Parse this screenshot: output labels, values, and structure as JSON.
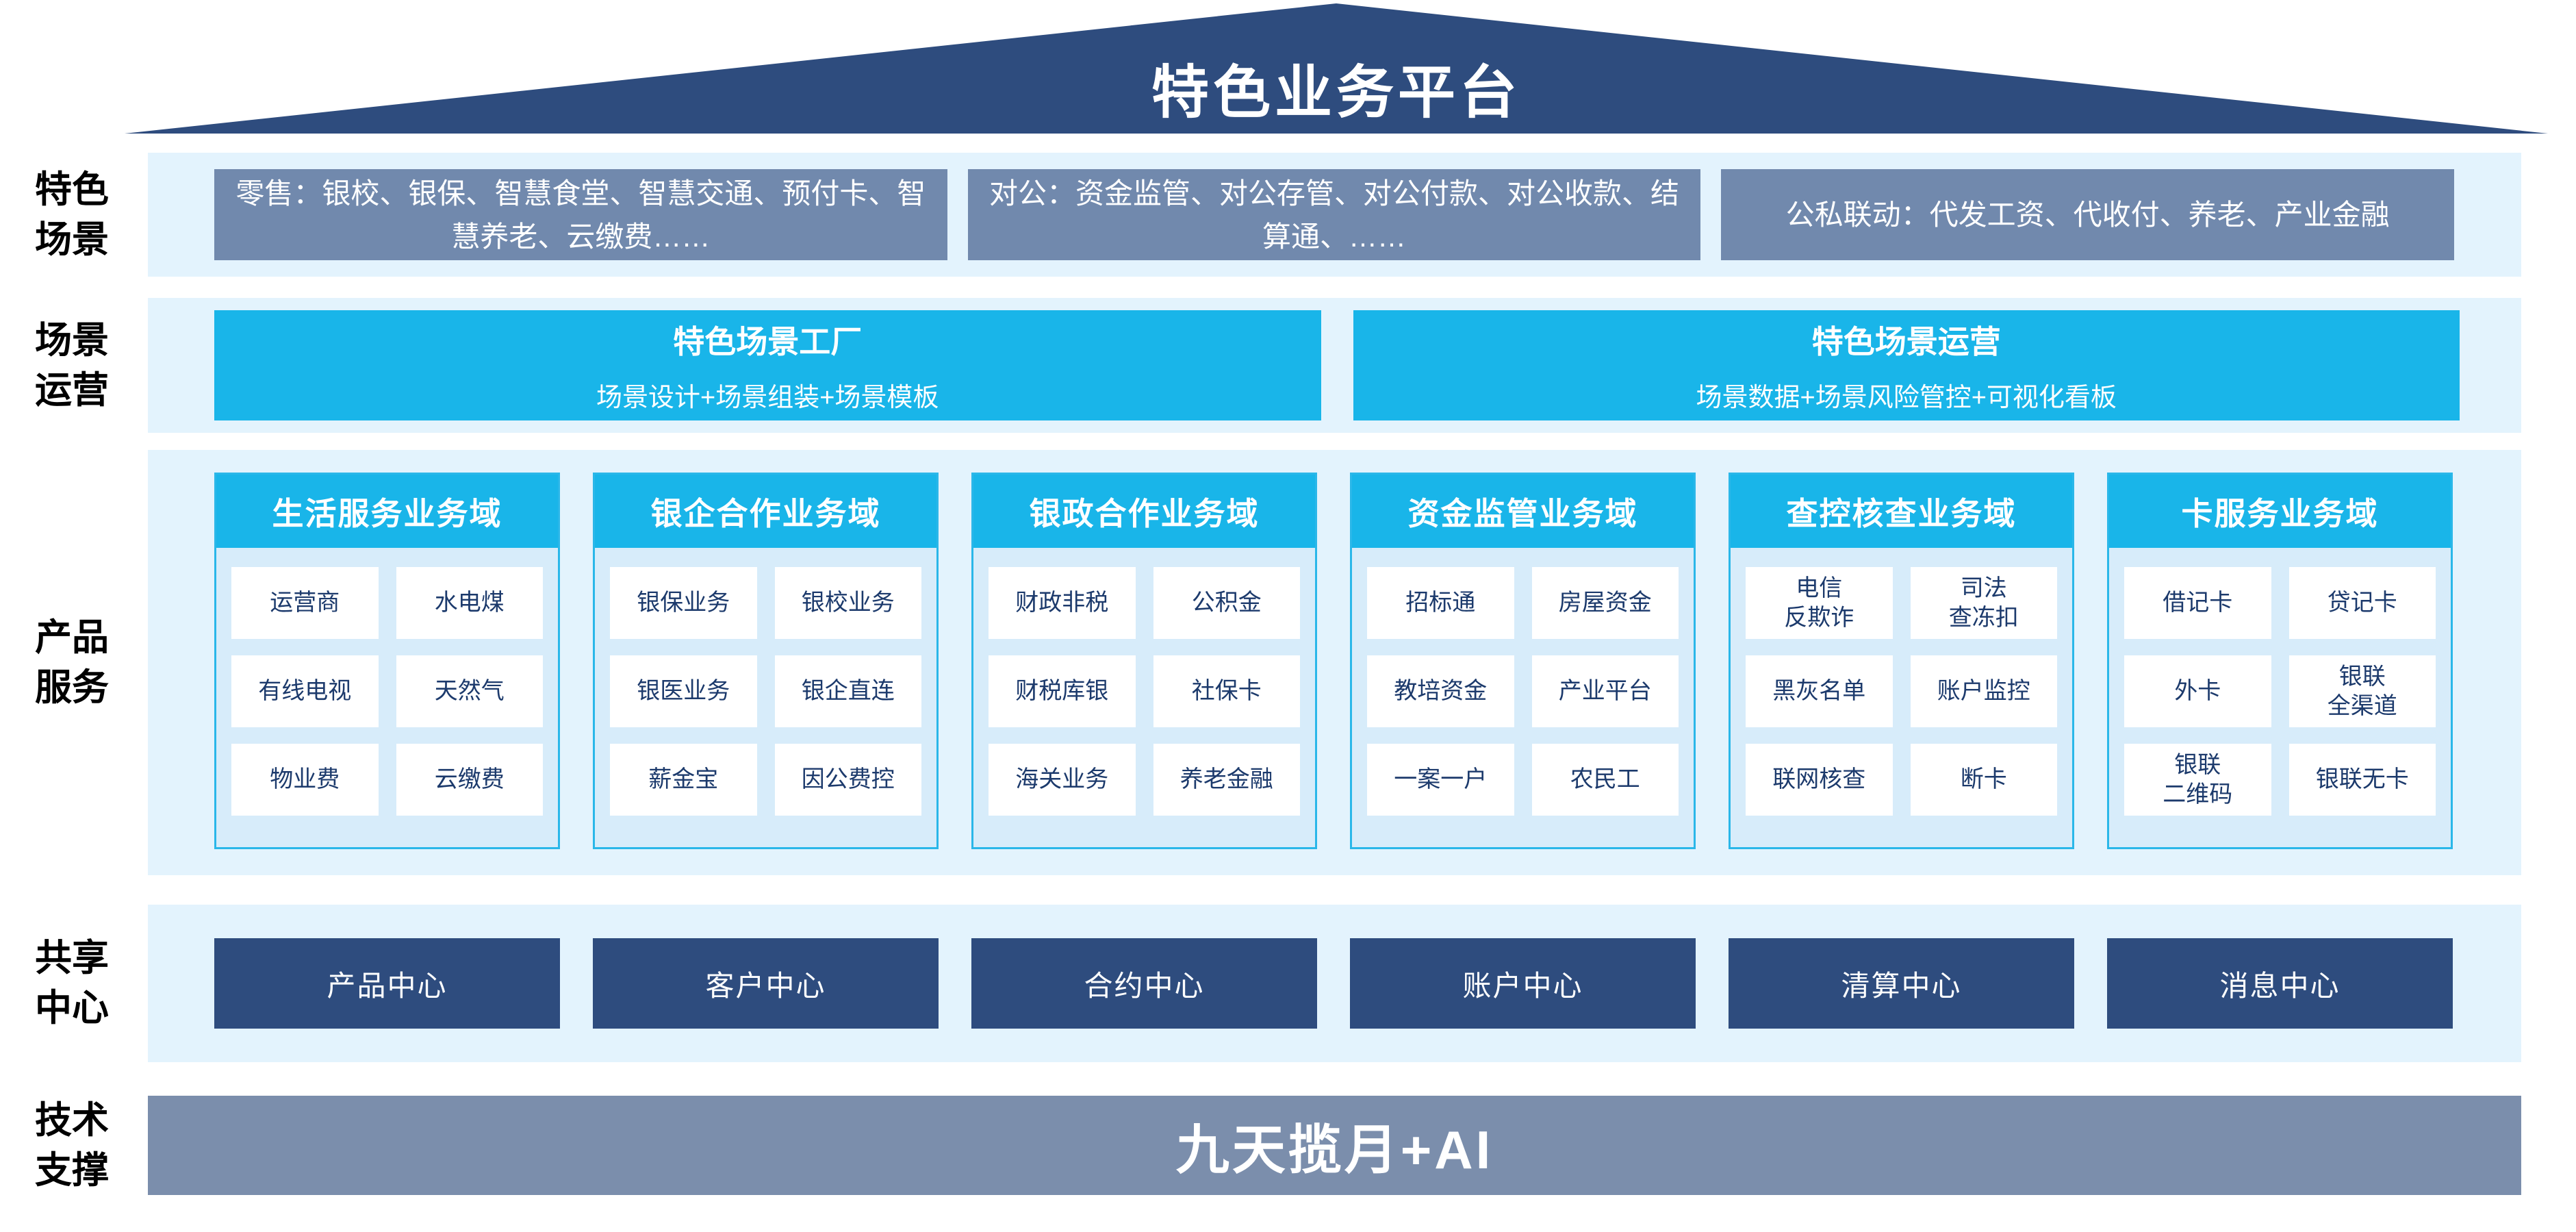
{
  "title": "特色业务平台",
  "colors": {
    "roof": "#2E4C7E",
    "band_bg": "#E3F3FD",
    "scene_box": "#7189AD",
    "cyan_accent": "#19B5E9",
    "column_body": "#D7ECFA",
    "column_border": "#2AB7E9",
    "item_text": "#1C3A6C",
    "center_box": "#2E4C7E",
    "tech_bar": "#7B8EAC"
  },
  "side_labels": [
    {
      "label": "特色\n场景"
    },
    {
      "label": "场景\n运营"
    },
    {
      "label": "产品\n服务"
    },
    {
      "label": "共享\n中心"
    },
    {
      "label": "技术\n支撑"
    }
  ],
  "scene_row": {
    "boxes": [
      "零售：银校、银保、智慧食堂、智慧交通、预付卡、智慧养老、云缴费……",
      "对公：资金监管、对公存管、对公付款、对公收款、结算通、……",
      "公私联动：代发工资、代收付、养老、产业金融"
    ]
  },
  "operation_row": {
    "boxes": [
      {
        "title": "特色场景工厂",
        "subtitle": "场景设计+场景组装+场景模板"
      },
      {
        "title": "特色场景运营",
        "subtitle": "场景数据+场景风险管控+可视化看板"
      }
    ]
  },
  "product_row": {
    "columns": [
      {
        "header": "生活服务业务域",
        "items": [
          "运营商",
          "水电煤",
          "有线电视",
          "天然气",
          "物业费",
          "云缴费"
        ]
      },
      {
        "header": "银企合作业务域",
        "items": [
          "银保业务",
          "银校业务",
          "银医业务",
          "银企直连",
          "薪金宝",
          "因公费控"
        ]
      },
      {
        "header": "银政合作业务域",
        "items": [
          "财政非税",
          "公积金",
          "财税库银",
          "社保卡",
          "海关业务",
          "养老金融"
        ]
      },
      {
        "header": "资金监管业务域",
        "items": [
          "招标通",
          "房屋资金",
          "教培资金",
          "产业平台",
          "一案一户",
          "农民工"
        ]
      },
      {
        "header": "查控核查业务域",
        "items": [
          "电信\n反欺诈",
          "司法\n查冻扣",
          "黑灰名单",
          "账户监控",
          "联网核查",
          "断卡"
        ]
      },
      {
        "header": "卡服务业务域",
        "items": [
          "借记卡",
          "贷记卡",
          "外卡",
          "银联\n全渠道",
          "银联\n二维码",
          "银联无卡"
        ]
      }
    ]
  },
  "center_row": {
    "boxes": [
      "产品中心",
      "客户中心",
      "合约中心",
      "账户中心",
      "清算中心",
      "消息中心"
    ]
  },
  "tech_row": {
    "label": "九天揽月+AI"
  }
}
